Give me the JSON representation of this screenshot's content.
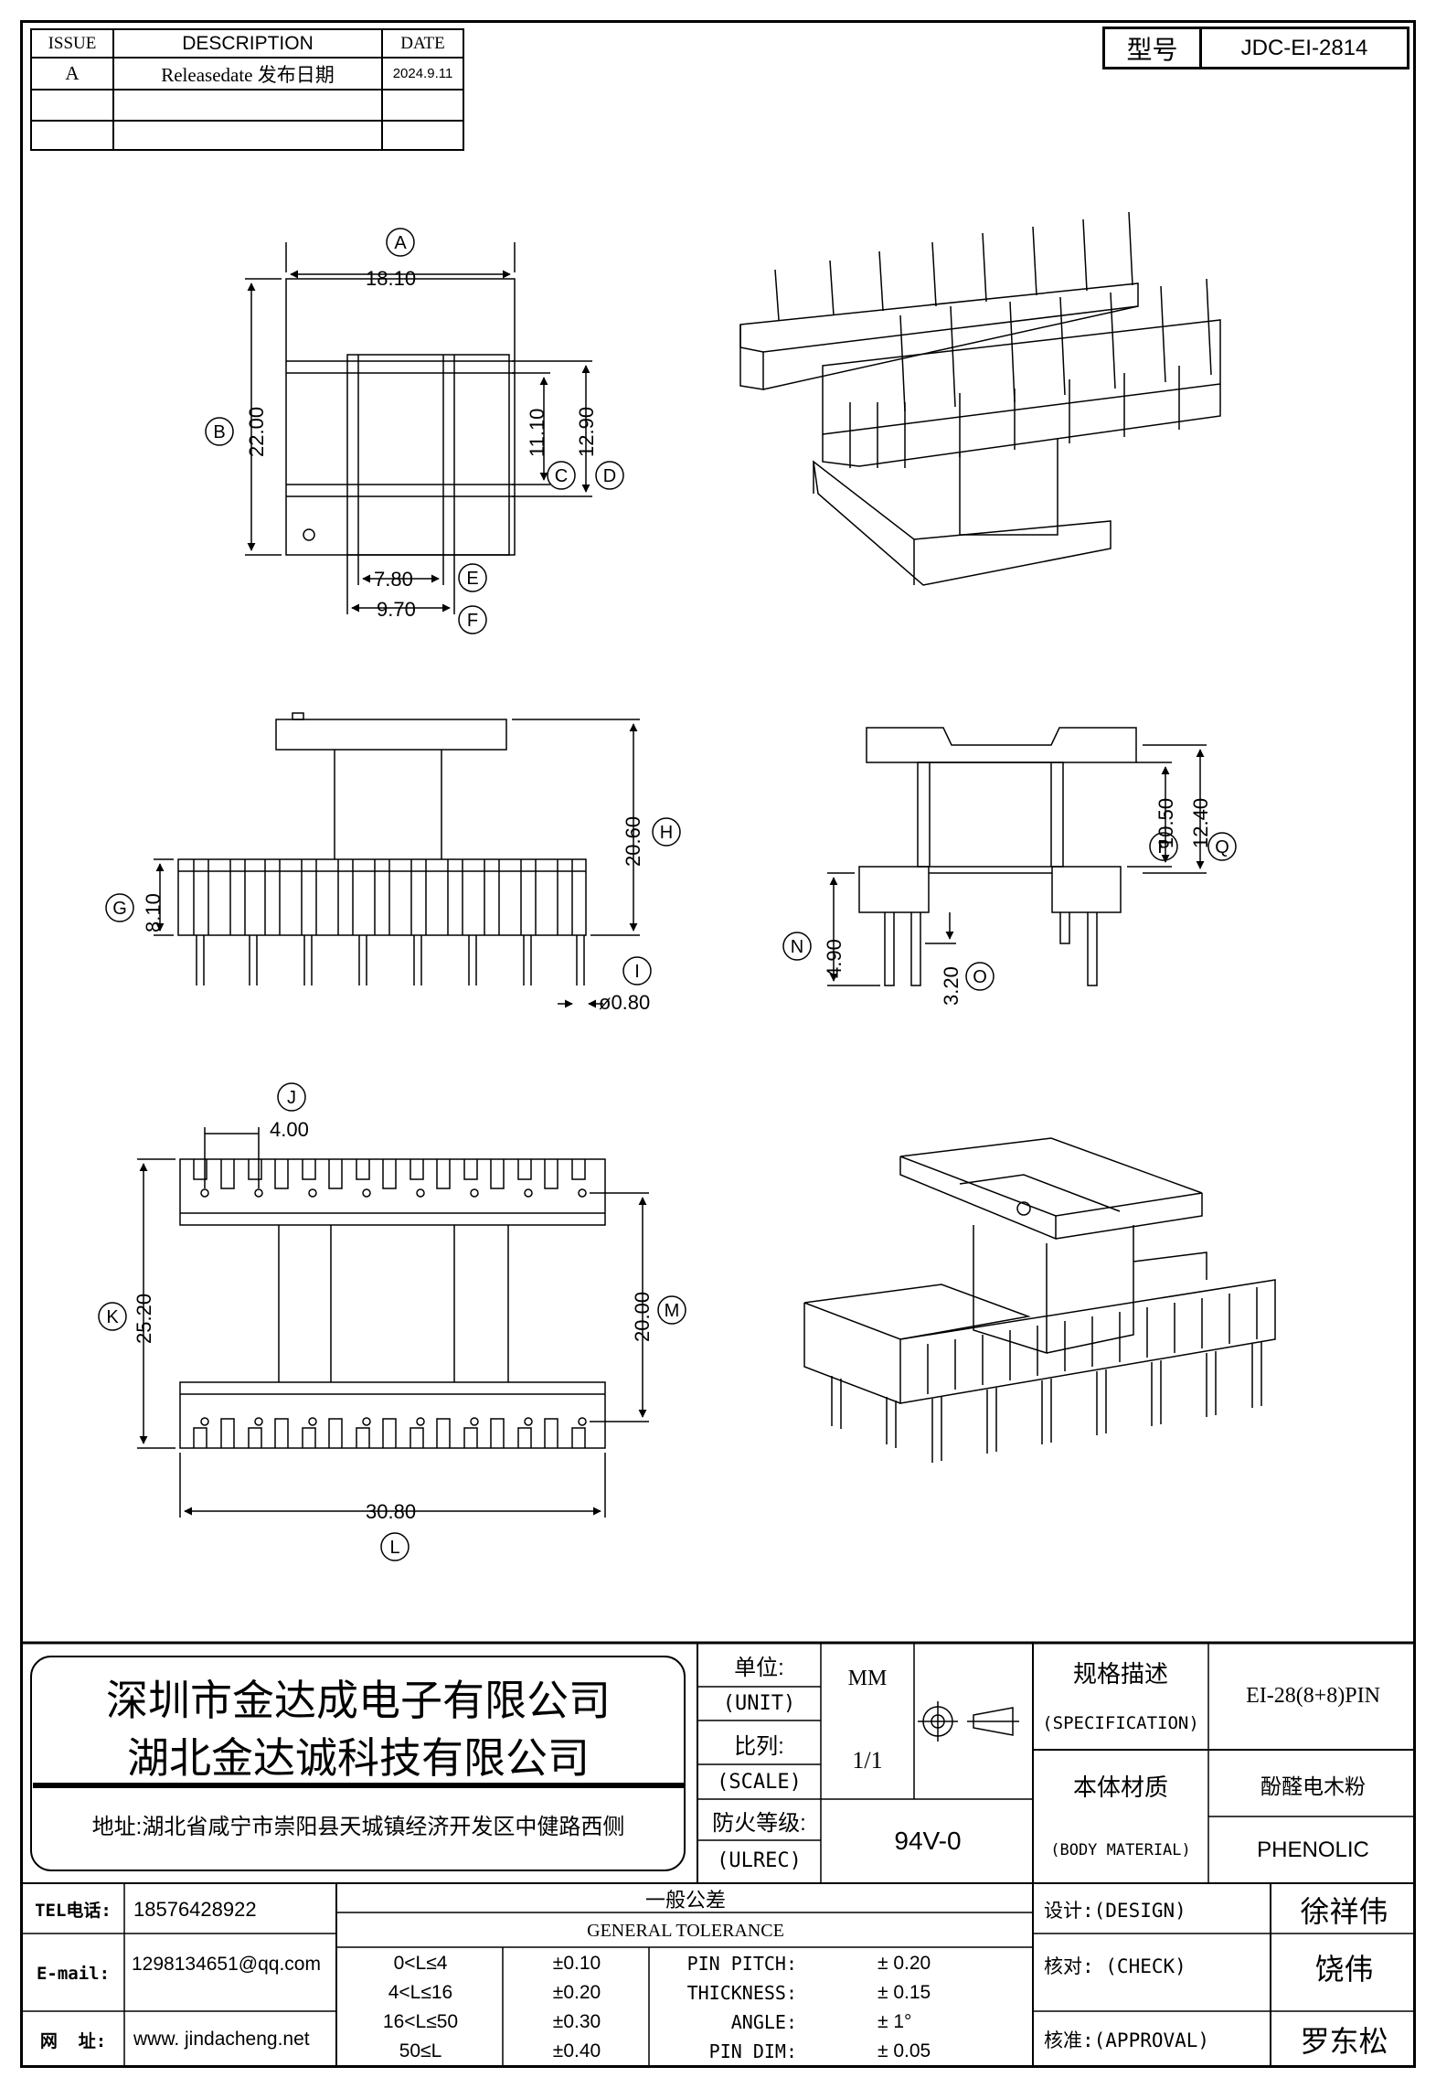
{
  "revision_table": {
    "headers": [
      "ISSUE",
      "DESCRIPTION",
      "DATE"
    ],
    "rows": [
      {
        "issue": "A",
        "description": "Releasedate 发布日期",
        "date": "2024.9.11"
      },
      {
        "issue": "",
        "description": "",
        "date": ""
      },
      {
        "issue": "",
        "description": "",
        "date": ""
      }
    ]
  },
  "model": {
    "label": "型号",
    "value": "JDC-EI-2814"
  },
  "dimensions": {
    "A": "18.10",
    "B": "22.00",
    "C": "11.10",
    "D": "12.90",
    "E": "7.80",
    "F": "9.70",
    "G": "8.10",
    "H": "20.60",
    "I": "ø0.80",
    "J": "4.00",
    "K": "25.20",
    "L": "30.80",
    "M": "20.00",
    "N": "4.90",
    "O": "3.20",
    "P": "10.50",
    "Q": "12.40"
  },
  "callouts": [
    "A",
    "B",
    "C",
    "D",
    "E",
    "F",
    "G",
    "H",
    "I",
    "J",
    "K",
    "L",
    "M",
    "N",
    "O",
    "P",
    "Q"
  ],
  "title_block": {
    "company_1": "深圳市金达成电子有限公司",
    "company_2": "湖北金达诚科技有限公司",
    "address": "地址:湖北省咸宁市崇阳县天城镇经济开发区中健路西侧",
    "unit_label_cn": "单位:",
    "unit_label_en": "(UNIT)",
    "unit_value": "MM",
    "scale_label_cn": "比列:",
    "scale_label_en": "(SCALE)",
    "scale_value": "1/1",
    "fire_label_cn": "防火等级:",
    "fire_label_en": "(ULREC)",
    "fire_value": "94V-0",
    "spec_label_cn": "规格描述",
    "spec_label_en": "(SPECIFICATION)",
    "spec_value": "EI-28(8+8)PIN",
    "material_label_cn": "本体材质",
    "material_label_en": "(BODY MATERIAL)",
    "material_value_cn": "酚醛电木粉",
    "material_value_en": "PHENOLIC",
    "tel_label": "TEL电话:",
    "tel_value": "18576428922",
    "email_label": "E-mail:",
    "email_value": "1298134651@qq.com",
    "web_label": "网  址:",
    "web_value": "www. jindacheng.net",
    "tolerance_title_cn": "一般公差",
    "tolerance_title_en": "GENERAL TOLERANCE",
    "tolerance_rows": [
      {
        "range": "0<L≤4",
        "tol": "±0.10",
        "item": "PIN PITCH:",
        "val": "± 0.20"
      },
      {
        "range": "4<L≤16",
        "tol": "±0.20",
        "item": "THICKNESS:",
        "val": "± 0.15"
      },
      {
        "range": "16<L≤50",
        "tol": "±0.30",
        "item": "ANGLE:",
        "val": "± 1°"
      },
      {
        "range": "50≤L",
        "tol": "±0.40",
        "item": "PIN DIM:",
        "val": "± 0.05"
      }
    ],
    "design_label": "设计:(DESIGN)",
    "design_value": "徐祥伟",
    "check_label": "核对: (CHECK)",
    "check_value": "饶伟",
    "approval_label": "核准:(APPROVAL)",
    "approval_value": "罗东松"
  }
}
